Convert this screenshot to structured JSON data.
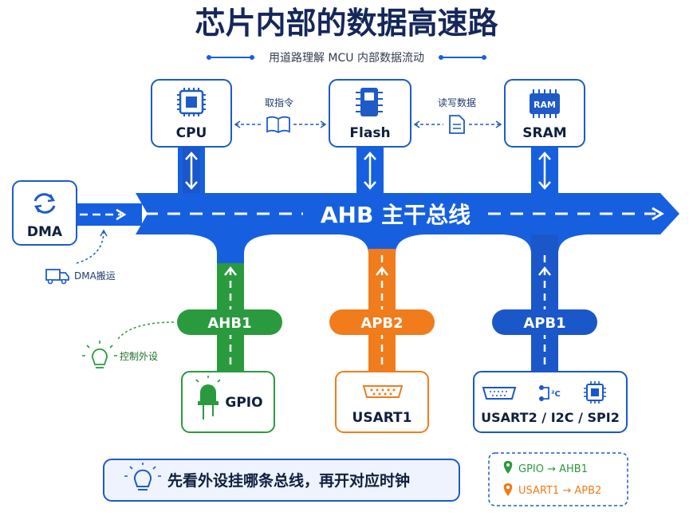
{
  "title": "芯片内部的数据高速路",
  "subtitle": "用道路理解 MCU 内部数据流动",
  "top_nodes": {
    "cpu": "CPU",
    "flash": "Flash",
    "sram": "SRAM",
    "ram_chip_text": "RAM"
  },
  "links": {
    "fetch_instruction": "取指令",
    "read_write_data": "读写数据"
  },
  "dma": {
    "label": "DMA",
    "note": "DMA搬运"
  },
  "main_bus": {
    "label": "AHB 主干总线"
  },
  "branches": {
    "ahb1": "AHB1",
    "apb2": "APB2",
    "apb1": "APB1"
  },
  "control_note": "控制外设",
  "peripherals": {
    "gpio": "GPIO",
    "usart1": "USART1",
    "group": "USART2 / I2C / SPI2"
  },
  "tip": "先看外设挂哪条总线，再开对应时钟",
  "legend": {
    "item1": "GPIO → AHB1",
    "item2": "USART1 → APB2"
  },
  "colors": {
    "bus_blue": "#1660e0",
    "ahb1_green": "#2a9a3e",
    "apb2_orange": "#f07c1c",
    "apb1_blue": "#1a57c9",
    "title_navy": "#15275a"
  }
}
